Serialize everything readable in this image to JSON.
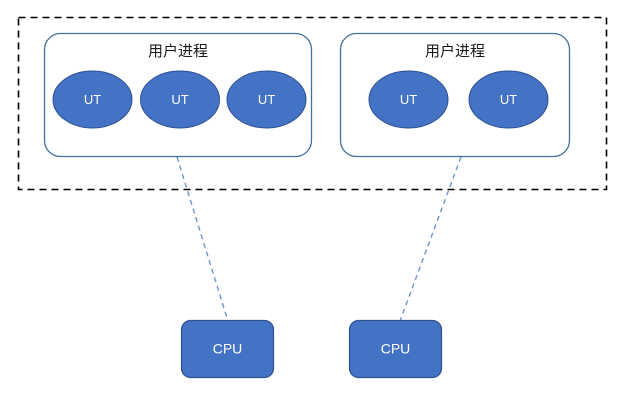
{
  "diagram": {
    "title": "",
    "colors": {
      "shape_fill": "#4472C4",
      "shape_stroke": "#2F528F",
      "process_box_stroke": "#41719C",
      "boundary_stroke": "#000000",
      "connector_stroke": "#6E94CF",
      "label_text": "#1A1A1A",
      "shape_text": "#FFFFFF",
      "background": "#FFFFFF"
    },
    "boundary": {
      "name": "kernel-boundary",
      "style": "dashed"
    },
    "processes": [
      {
        "id": "process-1",
        "title": "用户进程",
        "threads": [
          {
            "id": "ut-1-1",
            "label": "UT"
          },
          {
            "id": "ut-1-2",
            "label": "UT"
          },
          {
            "id": "ut-1-3",
            "label": "UT"
          }
        ]
      },
      {
        "id": "process-2",
        "title": "用户进程",
        "threads": [
          {
            "id": "ut-2-1",
            "label": "UT"
          },
          {
            "id": "ut-2-2",
            "label": "UT"
          }
        ]
      }
    ],
    "cpus": [
      {
        "id": "cpu-1",
        "label": "CPU"
      },
      {
        "id": "cpu-2",
        "label": "CPU"
      }
    ],
    "connectors": [
      {
        "id": "connector-1",
        "from": "process-1",
        "to": "cpu-1",
        "style": "dashed"
      },
      {
        "id": "connector-2",
        "from": "process-2",
        "to": "cpu-2",
        "style": "dashed"
      }
    ]
  }
}
